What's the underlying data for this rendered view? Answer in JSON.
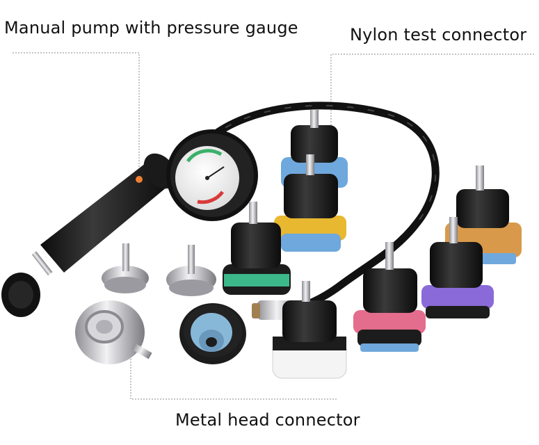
{
  "labels": {
    "pump": "Manual pump with pressure gauge",
    "nylon": "Nylon test connector",
    "metal": "Metal head connector"
  },
  "colors": {
    "background": "#ffffff",
    "text": "#111111",
    "leader_line": "#888888",
    "pointer_dot": "#f08030",
    "rubber": "#1c1c1c",
    "ring_blue": "#6fa8dc",
    "ring_yellow": "#e8b830",
    "ring_green": "#3cb88a",
    "ring_pink": "#e46c8c",
    "ring_purple": "#8a6ad8",
    "ring_orange": "#d89a4a",
    "ring_white": "#f4f4f4",
    "ring_lightblue": "#88b8d8",
    "metal": "#c8c8cc"
  }
}
